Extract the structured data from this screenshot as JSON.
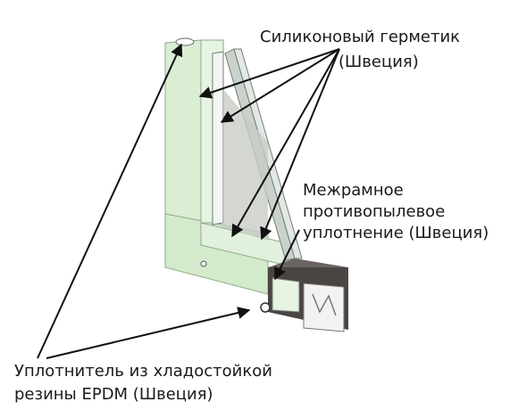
{
  "labels": {
    "silicone_line1": "Силиконовый герметик",
    "silicone_line2": "(Швеция)",
    "mid_line1": "Межрамное",
    "mid_line2": "противопылевое",
    "mid_line3": "уплотнение (Швеция)",
    "bottom_line1": "Уплотнитель из хладостойкой",
    "bottom_line2": "резины EPDM (Швеция)"
  },
  "colors": {
    "frame": "#d9eed3",
    "frame_shadow": "#b7d2b1",
    "glass": "#dde2de",
    "sill_dark": "#4a4543",
    "arrow": "#111111"
  }
}
